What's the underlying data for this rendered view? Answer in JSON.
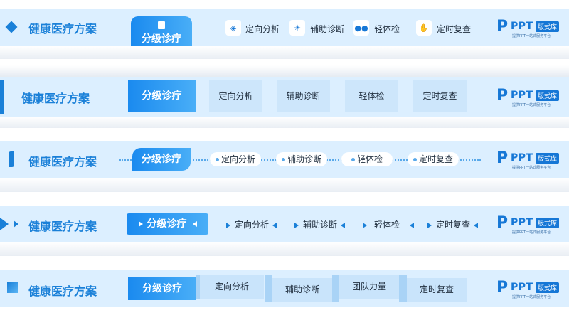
{
  "title": "健康医疗方案",
  "logo": {
    "ppt": "PPT",
    "badge": "版式库",
    "sub": "提供PPT一站式服务平台"
  },
  "bar1": {
    "active": "分级诊疗",
    "items": [
      {
        "label": "定向分析",
        "icon": "layers-icon"
      },
      {
        "label": "辅助诊断",
        "icon": "lightbulb-icon"
      },
      {
        "label": "轻体检",
        "icon": "people-icon"
      },
      {
        "label": "定时复查",
        "icon": "hand-icon"
      }
    ]
  },
  "bar2": {
    "active": "分级诊疗",
    "items": [
      "定向分析",
      "辅助诊断",
      "轻体检",
      "定时复查"
    ]
  },
  "bar3": {
    "active": "分级诊疗",
    "items": [
      "定向分析",
      "辅助诊断",
      "轻体检",
      "定时复查"
    ]
  },
  "bar4": {
    "active": "分级诊疗",
    "items": [
      "定向分析",
      "辅助诊断",
      "轻体检",
      "定时复查"
    ]
  },
  "bar5": {
    "active": "分级诊疗",
    "items": [
      "定向分析",
      "辅助诊断",
      "团队力量",
      "定时复查"
    ]
  },
  "colors": {
    "accent": "#1a80d8",
    "bar_bg": "#dcefff"
  }
}
